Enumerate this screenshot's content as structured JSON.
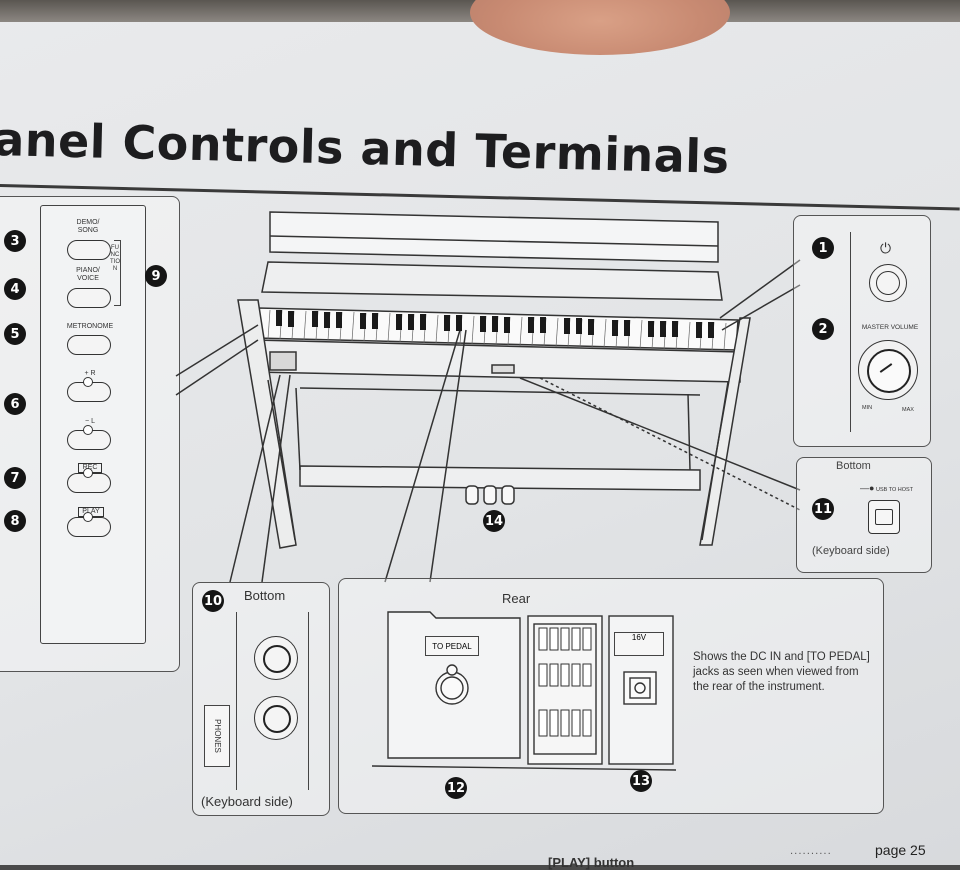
{
  "title": "anel Controls and Terminals",
  "left_panel": {
    "buttons": [
      {
        "num": "3",
        "label": "DEMO/\nSONG"
      },
      {
        "num": "4",
        "label": "PIANO/\nVOICE"
      },
      {
        "num": "5",
        "label": "METRONOME"
      },
      {
        "num": "6",
        "label": "+ R"
      },
      {
        "num": "7",
        "label": "REC"
      },
      {
        "num": "8",
        "label": "PLAY"
      }
    ],
    "function_label": "FUNCTION",
    "function_num": "9",
    "minus_label": "− L"
  },
  "right_controls": {
    "power_num": "1",
    "power_symbol": "⏻",
    "volume_num": "2",
    "volume_label": "MASTER VOLUME",
    "min_label": "MIN",
    "max_label": "MAX"
  },
  "usb": {
    "heading": "Bottom",
    "num": "11",
    "port_label": "USB TO HOST",
    "caption": "(Keyboard side)"
  },
  "phones": {
    "num": "10",
    "heading": "Bottom",
    "label": "PHONES",
    "caption": "(Keyboard side)"
  },
  "rear": {
    "heading": "Rear",
    "pedal_label": "TO PEDAL",
    "dc_label": "16V",
    "num_pedal": "12",
    "num_dc": "13",
    "description": "Shows the DC IN and [TO PEDAL] jacks as seen when viewed from the rear of the instrument."
  },
  "pedals_num": "14",
  "footer": {
    "page": "page 25",
    "dots": "..........",
    "partial": "[PLAY] button"
  }
}
